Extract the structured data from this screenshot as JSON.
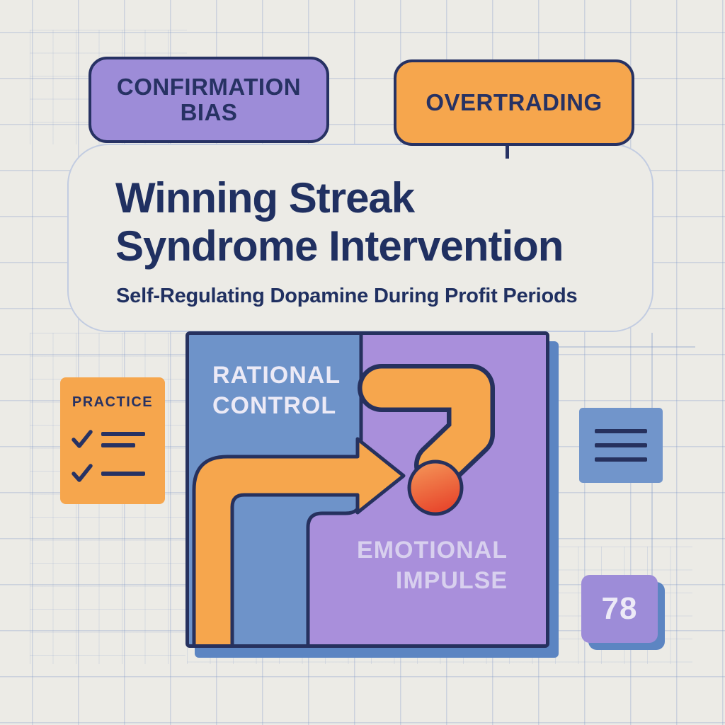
{
  "colors": {
    "background": "#ECEBE6",
    "navy": "#26315E",
    "badge_purple": "#9D8CD8",
    "badge_orange": "#F6A64D",
    "region_blue": "#6E93C9",
    "region_purple": "#A98FDB",
    "shadow_blue": "#5C85C2",
    "impulse_dot_red": "#E84A2E",
    "label_light": "#ECEAF6"
  },
  "badges": {
    "confirmation": {
      "line1": "CONFIRMATION",
      "line2": "BIAS"
    },
    "overtrading": {
      "label": "OVERTRADING"
    }
  },
  "header": {
    "title_line1": "Winning Streak",
    "title_line2": "Syndrome Intervention",
    "subtitle": "Self-Regulating Dopamine During Profit Periods"
  },
  "diagram": {
    "rational": {
      "line1": "RATIONAL",
      "line2": "CONTROL"
    },
    "emotional": {
      "line1": "EMOTIONAL",
      "line2": "IMPULSE"
    }
  },
  "practice_card": {
    "title": "PRACTICE"
  },
  "score_box": {
    "value": "78"
  }
}
